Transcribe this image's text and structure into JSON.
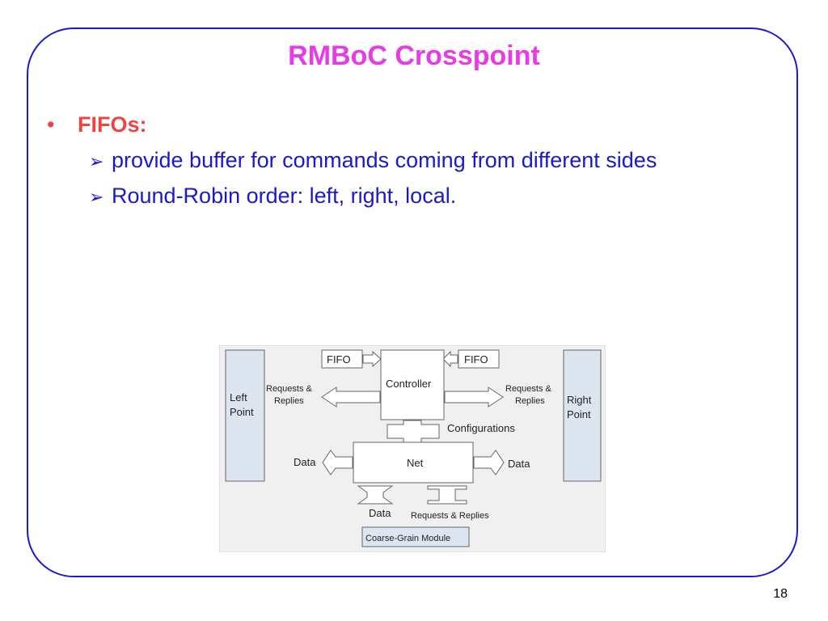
{
  "slide": {
    "title": "RMBoC Crosspoint",
    "bullet_marker": "•",
    "bullet": "FIFOs:",
    "sub_marker": "➢",
    "sub_items": [
      "provide buffer for commands coming from different sides",
      "Round-Robin order: left, right, local."
    ],
    "page_number": "18"
  },
  "diagram": {
    "left_point": [
      "Left",
      "Point"
    ],
    "right_point": [
      "Right",
      "Point"
    ],
    "fifo_left": "FIFO",
    "fifo_right": "FIFO",
    "controller": "Controller",
    "net": "Net",
    "requests_left": [
      "Requests &",
      "Replies"
    ],
    "requests_right": [
      "Requests &",
      "Replies"
    ],
    "configurations": "Configurations",
    "data_left": "Data",
    "data_right": "Data",
    "data_bottom": "Data",
    "requests_bottom": "Requests & Replies",
    "module": "Coarse-Grain Module"
  },
  "colors": {
    "frame": "#1a1acc",
    "title": "#e63be6",
    "bullet": "#ee4444",
    "sub_text": "#1a1acc",
    "point_fill": "#dde6f0",
    "diagram_bg": "#f0f0f0"
  }
}
